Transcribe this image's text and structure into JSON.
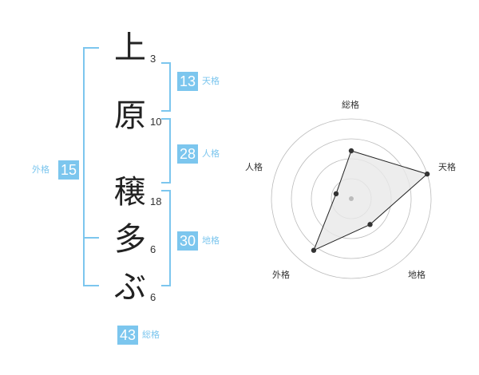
{
  "name": {
    "characters": [
      "上",
      "原",
      "穣",
      "多",
      "ぶ"
    ],
    "strokes": [
      "3",
      "10",
      "18",
      "6",
      "6"
    ]
  },
  "fortune": {
    "tenkaku": {
      "value": "13",
      "label": "天格"
    },
    "jinkaku": {
      "value": "28",
      "label": "人格"
    },
    "chikaku": {
      "value": "30",
      "label": "地格"
    },
    "gaikaku": {
      "value": "15",
      "label": "外格"
    },
    "soukaku": {
      "value": "43",
      "label": "総格"
    }
  },
  "radar": {
    "axes": [
      "総格",
      "天格",
      "地格",
      "外格",
      "人格"
    ],
    "values": [
      3,
      5,
      2,
      4,
      1
    ],
    "max": 5,
    "ring_count": 4,
    "colors": {
      "ring": "#bbbbbb",
      "fill": "#e9e9e9",
      "stroke": "#222222",
      "point": "#333333",
      "center": "#bbbbbb"
    }
  },
  "colors": {
    "accent": "#7cc6ee"
  }
}
